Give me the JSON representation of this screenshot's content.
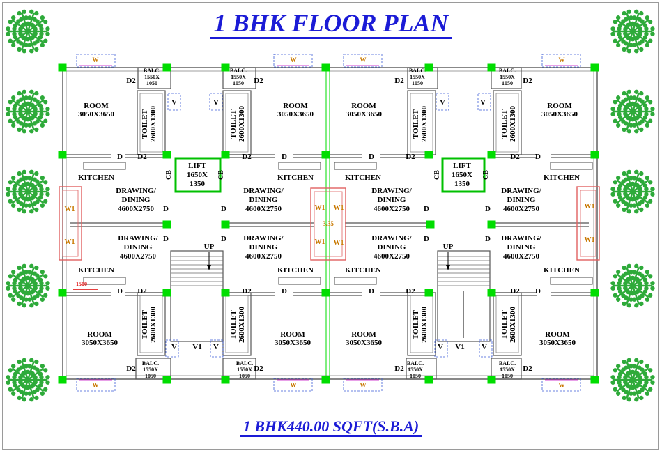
{
  "title": "1 BHK FLOOR PLAN",
  "subtitle": "1 BHK440.00 SQFT(S.B.A)",
  "labels": {
    "room": "ROOM",
    "room_size": "3050X3650",
    "toilet": "TOILET",
    "toilet_size": "2600X1300",
    "kitchen": "KITCHEN",
    "drawing": "DRAWING/",
    "dining": "DINING",
    "drawing_size": "4600X2750",
    "balc": "BALC.",
    "balc_size_1": "1550X",
    "balc_size_2": "1050",
    "lift": "LIFT",
    "lift_size_1": "1650X",
    "lift_size_2": "1350",
    "cb": "CB",
    "up": "UP",
    "door_d": "D",
    "door_d2": "D2",
    "vent_v": "V",
    "vent_v1": "V1",
    "window_w": "W",
    "window_w1": "W1",
    "shaft_dim": "3.35",
    "dim_1500": "1500"
  },
  "colors": {
    "title": "#1b1bd6",
    "wall": "#555555",
    "column": "#00dd00",
    "lift": "#00c000",
    "window_frame": "#e06060",
    "window_label": "#c87800",
    "dimension": "#dd0000",
    "vent_frame": "#3b5bd6",
    "tree": "#2eaa3a"
  }
}
